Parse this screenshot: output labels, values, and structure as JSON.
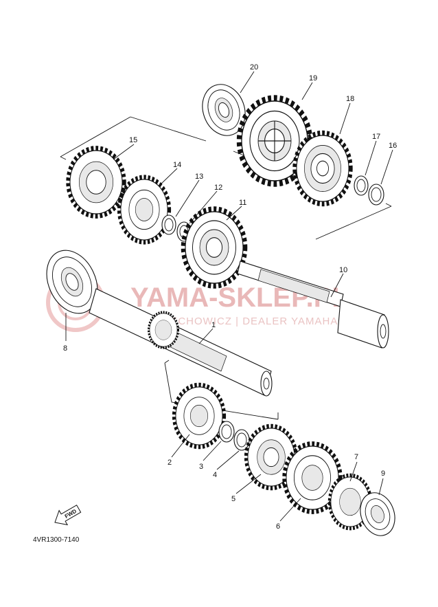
{
  "diagram": {
    "part_code": "4VR1300-7140",
    "fwd_label": "FWD",
    "watermark_main": "YAMA-SKLEP.PL",
    "watermark_sub": "WOJCIECHOWICZ | DEALER YAMAHA",
    "callouts": [
      "1",
      "2",
      "3",
      "4",
      "5",
      "6",
      "7",
      "8",
      "9",
      "10",
      "11",
      "12",
      "13",
      "14",
      "15",
      "16",
      "17",
      "18",
      "19",
      "20"
    ]
  }
}
